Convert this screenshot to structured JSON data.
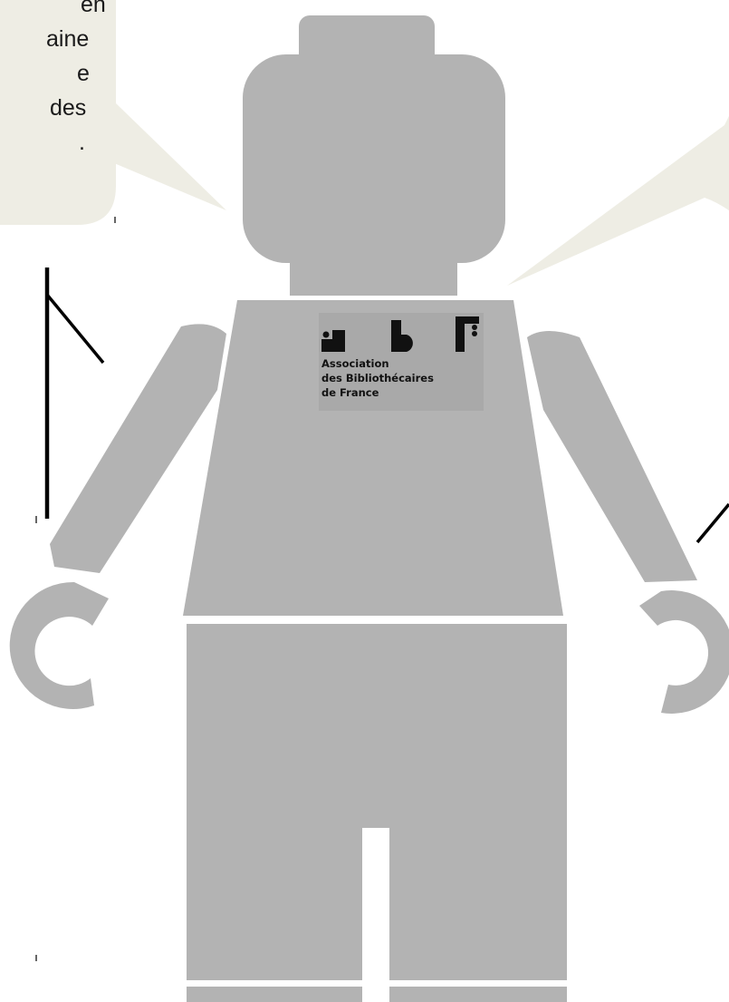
{
  "speech_bubble_left": {
    "lines": [
      "en",
      "aine",
      "e",
      "des",
      "."
    ]
  },
  "logo": {
    "mark": "abf",
    "name_lines": [
      "Association",
      "des Bibliothécaires",
      "de France"
    ]
  },
  "colors": {
    "figure": "#b3b3b3",
    "bubble": "#eeede4",
    "line": "#000000",
    "logo_background": "#a9a9a9",
    "logo_ink": "#111111"
  }
}
